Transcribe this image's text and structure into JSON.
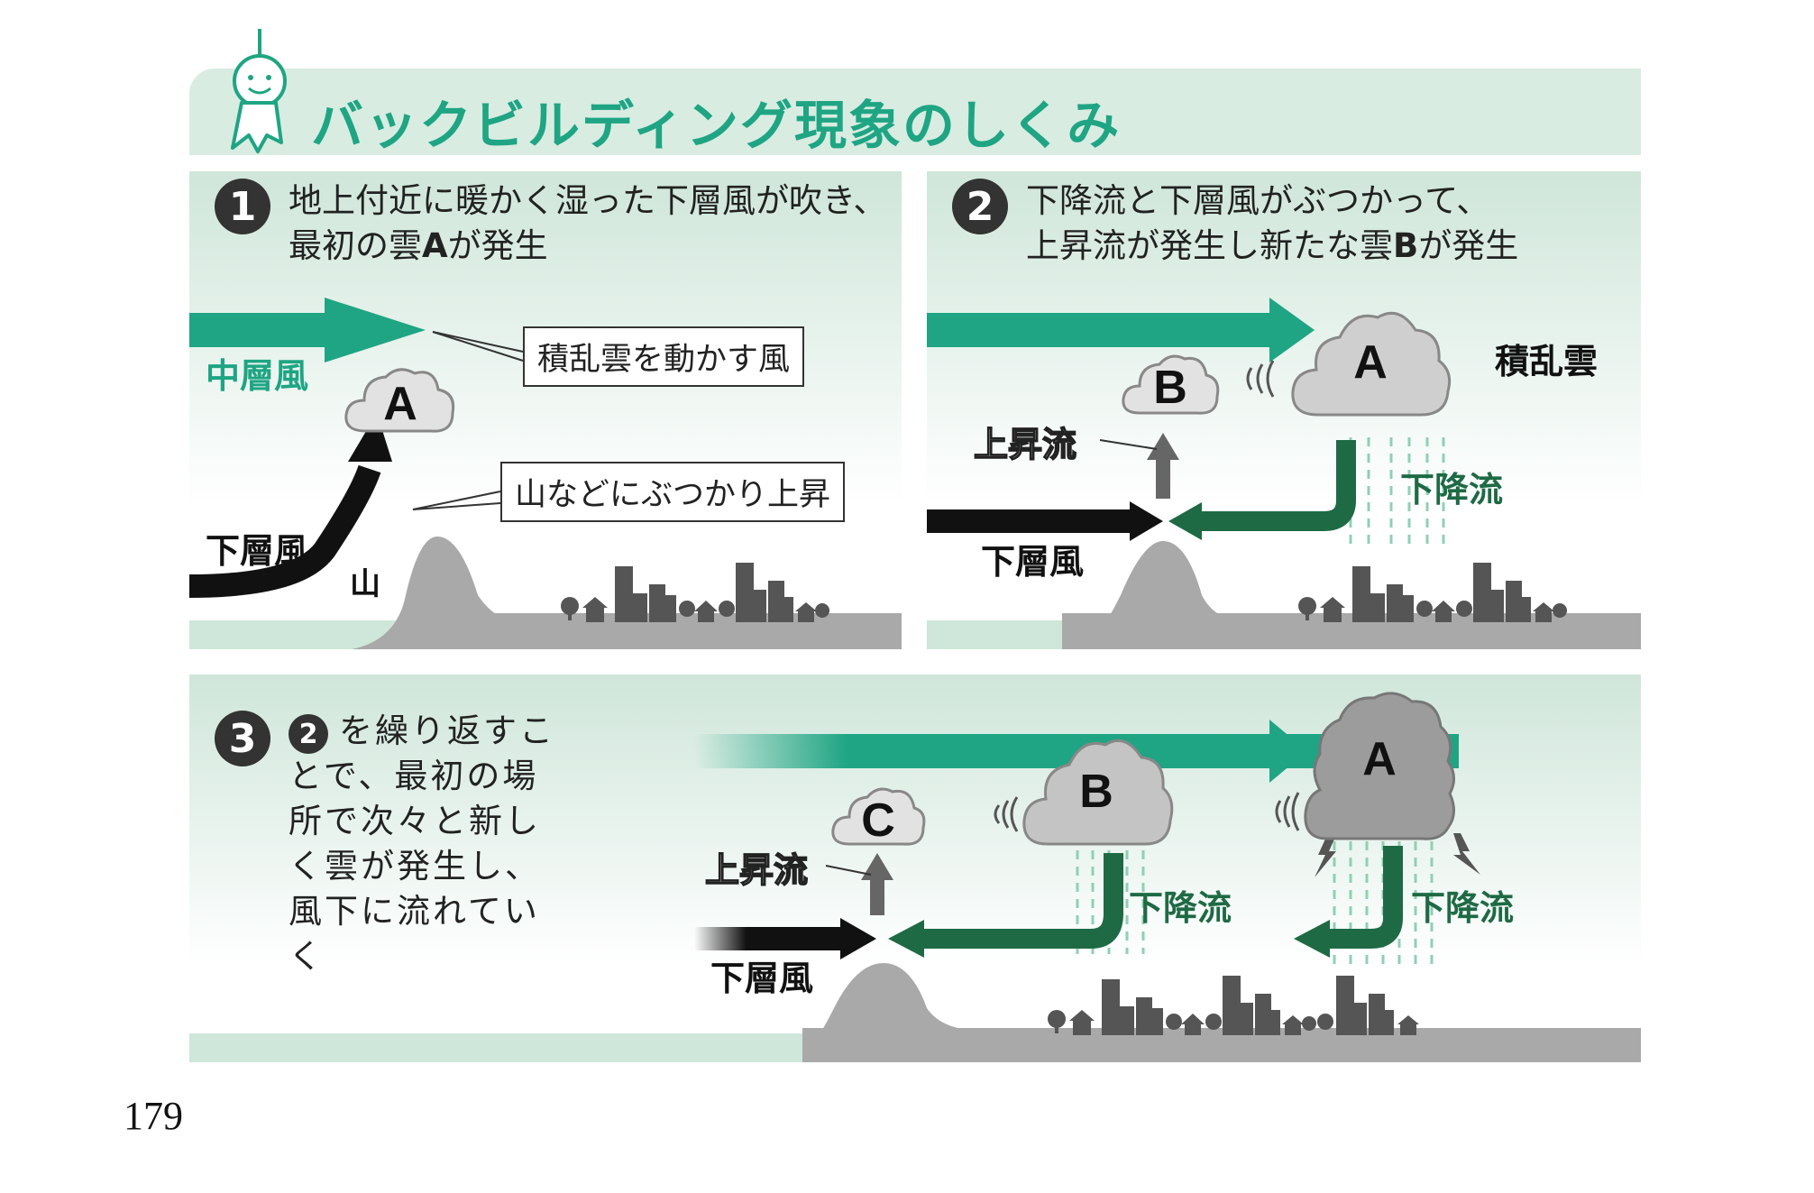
{
  "title": "バックビルディング現象のしくみ",
  "page_number": "179",
  "colors": {
    "green": "#1fa583",
    "dark_green": "#1e6a45",
    "panel_bg": "#d8ece2",
    "ground": "#a8a8a8",
    "cloud_light": "#dcdcdc",
    "cloud_dark": "#a0a0a0"
  },
  "steps": [
    {
      "num": "1",
      "text_line1": "地上付近に暖かく湿った下層風が吹き、",
      "text_line2_pre": "最初の雲",
      "text_line2_bold": "A",
      "text_line2_post": "が発生",
      "mid_wind": "中層風",
      "low_wind": "下層風",
      "callout_top": "積乱雲を動かす風",
      "callout_bottom": "山などにぶつかり上昇",
      "cloud": "A",
      "mountain": "山"
    },
    {
      "num": "2",
      "text_line1": "下降流と下層風がぶつかって、",
      "text_line2_pre": "上昇流が発生し新たな雲",
      "text_line2_bold": "B",
      "text_line2_post": "が発生",
      "cloud_new": "B",
      "cloud_old": "A",
      "cumulonimbus": "積乱雲",
      "updraft": "上昇流",
      "downdraft": "下降流",
      "low_wind": "下層風"
    },
    {
      "num": "3",
      "ref_num": "2",
      "text": "を繰り返すことで、最初の場所で次々と新しく雲が発生し、風下に流れていく",
      "cloud_c": "C",
      "cloud_b": "B",
      "cloud_a": "A",
      "updraft": "上昇流",
      "downdraft_1": "下降流",
      "downdraft_2": "下降流",
      "low_wind": "下層風"
    }
  ]
}
